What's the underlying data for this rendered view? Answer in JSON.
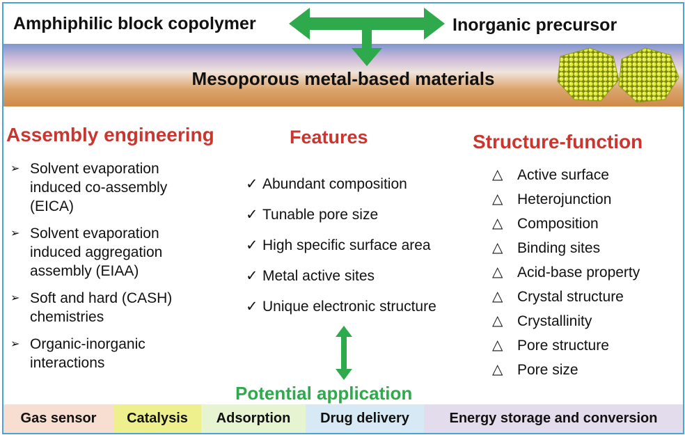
{
  "top": {
    "left_label": "Amphiphilic block copolymer",
    "right_label": "Inorganic precursor"
  },
  "band": {
    "title": "Mesoporous metal-based materials"
  },
  "assembly": {
    "heading": "Assembly engineering",
    "bullet": "➢",
    "items": [
      [
        "Solvent evaporation",
        "induced co-assembly",
        "(EICA)"
      ],
      [
        "Solvent evaporation",
        "induced aggregation",
        "assembly (EIAA)"
      ],
      [
        "Soft and hard (CASH)",
        "chemistries"
      ],
      [
        "Organic-inorganic",
        "interactions"
      ]
    ]
  },
  "features": {
    "heading": "Features",
    "bullet": "✓",
    "items": [
      "Abundant composition",
      "Tunable pore size",
      "High specific surface area",
      "Metal active sites",
      "Unique electronic structure"
    ]
  },
  "structure": {
    "heading": "Structure-function",
    "bullet": "△",
    "items": [
      "Active surface",
      "Heterojunction",
      "Composition",
      "Binding sites",
      "Acid-base property",
      "Crystal structure",
      "Crystallinity",
      "Pore structure",
      "Pore size"
    ]
  },
  "application": {
    "title": "Potential application",
    "items": [
      {
        "label": "Gas sensor",
        "color": "#f8ded0"
      },
      {
        "label": "Catalysis",
        "color": "#eef08e"
      },
      {
        "label": "Adsorption",
        "color": "#e6f4d2"
      },
      {
        "label": "Drug delivery",
        "color": "#d6e9f4"
      },
      {
        "label": "Energy storage and conversion",
        "color": "#e2dcec"
      }
    ]
  },
  "colors": {
    "arrow": "#2eaa4c",
    "heading": "#c9362f",
    "border": "#4aa3d6",
    "application_title": "#2eaa4c"
  }
}
